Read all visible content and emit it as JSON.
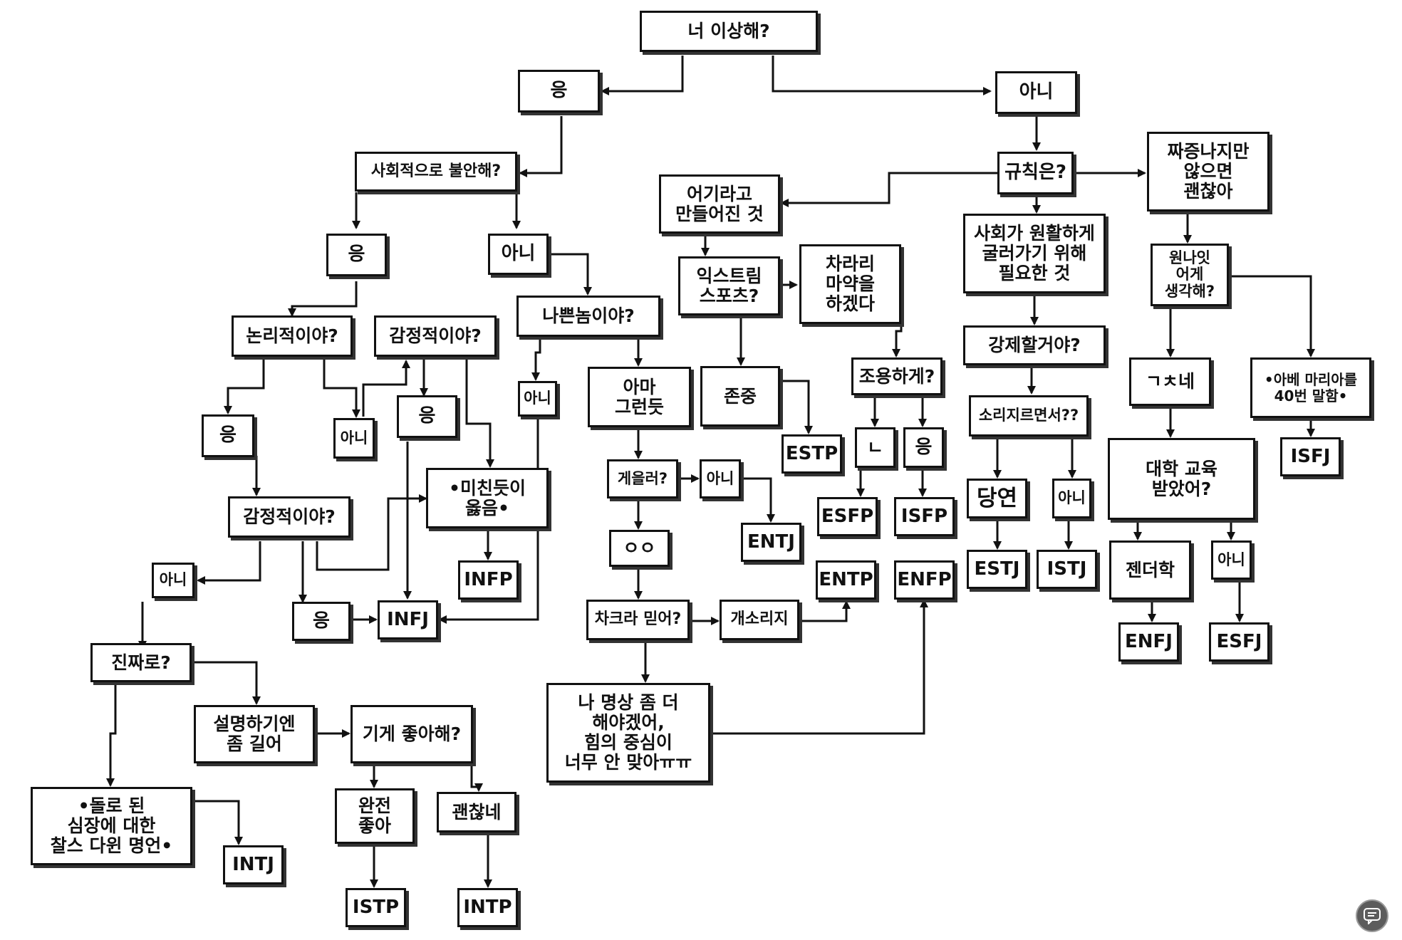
{
  "nodes": {
    "q1": "너 이상해?",
    "yes1": "응",
    "no1": "아니",
    "social_anx": "사회적으로 불안해?",
    "yes2": "응",
    "no2": "아니",
    "logical": "논리적이야?",
    "emotional1": "감정적이야?",
    "yes3": "응",
    "no3": "아니",
    "yes4": "응",
    "crazy_right": "•미친듯이\n옳음•",
    "emotional2": "감정적이야?",
    "no4": "아니",
    "yes5": "응",
    "infp": "INFP",
    "infj": "INFJ",
    "really": "진짜로?",
    "long_explain": "설명하기엔\n좀 길어",
    "machines": "기게 좋아해?",
    "dickens": "•돌로 된\n심장에 대한\n찰스 다윈 명언•",
    "intj": "INTJ",
    "totally": "완전\n좋아",
    "fine": "괜찮네",
    "istp": "ISTP",
    "intp": "INTP",
    "bad_guy": "나쁜놈이야?",
    "no5": "아니",
    "maybe": "아마\n그런듯",
    "lazy": "게을러?",
    "no6": "아니",
    "entj": "ENTJ",
    "oo": "ㅇㅇ",
    "chakra": "차크라 믿어?",
    "bullshit": "개소리지",
    "meditate": "나 명상 좀 더\n해야겠어,\n힘의 중심이\n너무 안 맞아ㅠㅠ",
    "rules": "규칙은?",
    "made_to_break": "어기라고\n만들어진 것",
    "extreme": "익스트림\n스포츠?",
    "drugs": "차라리\n마약을\n하겠다",
    "respect": "존중",
    "estp": "ESTP",
    "quiet": "조용하게?",
    "n_consonant": "ㄴ",
    "yes6": "응",
    "esfp": "ESFP",
    "isfp": "ISFP",
    "entp": "ENTP",
    "enfp": "ENFP",
    "society": "사회가 원활하게\n굴러가기 위해\n필요한 것",
    "enforce": "강제할거야?",
    "yelling": "소리지르면서??",
    "of_course": "당연",
    "no7": "아니",
    "estj": "ESTJ",
    "istj": "ISTJ",
    "annoying": "짜증나지만\n않으면\n괜찮아",
    "what_think": "원나잇\n어게\n생각해?",
    "gross": "ㄱㅊ네",
    "ave_maria": "•아베 마리아를\n40번 말함•",
    "isfj": "ISFJ",
    "college": "대학 교육\n받았어?",
    "gender": "젠더학",
    "no8": "아니",
    "enfj": "ENFJ",
    "esfj": "ESFJ"
  },
  "colors": {
    "line": "#111111",
    "box_fill": "#ffffff",
    "button": "#5c5c5c"
  },
  "icons": {
    "corner_button": "chat-bubble-icon"
  }
}
